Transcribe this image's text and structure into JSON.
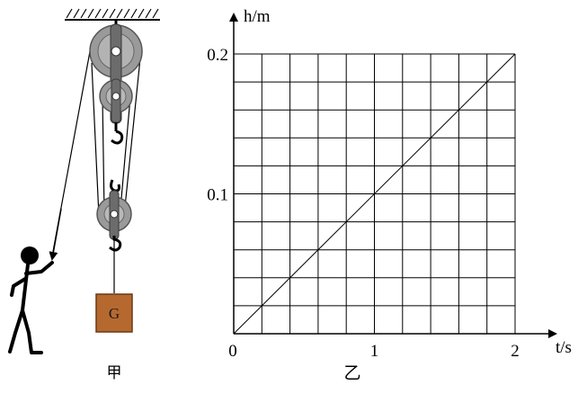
{
  "figure_left": {
    "caption": "甲",
    "block_label": "G",
    "block_color": "#b5692f",
    "pulley_color": "#8f8f8f"
  },
  "figure_right": {
    "caption": "乙"
  },
  "chart_data": {
    "type": "line",
    "xlabel": "t/s",
    "ylabel": "h/m",
    "xlim": [
      0,
      2
    ],
    "ylim": [
      0,
      0.2
    ],
    "x_ticks": [
      0,
      1,
      2
    ],
    "x_tick_labels": [
      "0",
      "1",
      "2"
    ],
    "y_ticks": [
      0.1,
      0.2
    ],
    "y_tick_labels": [
      "0.1",
      "0.2"
    ],
    "grid": true,
    "grid_divisions_x": 10,
    "grid_divisions_y": 10,
    "series": [
      {
        "x": [
          0,
          2
        ],
        "y": [
          0,
          0.2
        ]
      }
    ]
  }
}
